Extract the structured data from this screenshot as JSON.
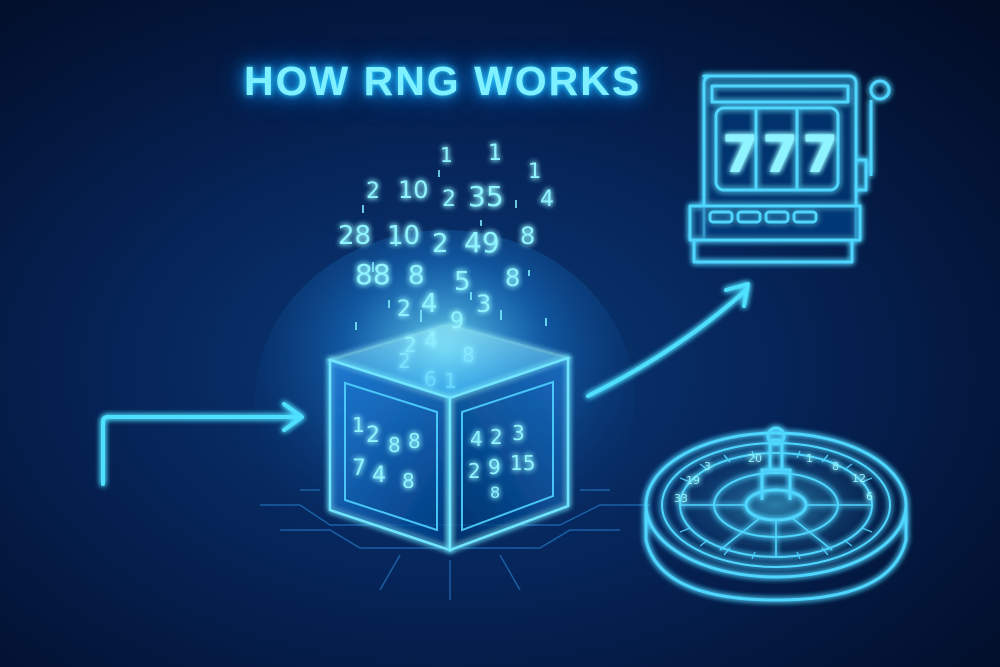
{
  "title": "HOW RNG WORKS",
  "colors": {
    "background": "#031538",
    "neon": "#3fd6ff",
    "neon_light": "#8ff4ff"
  },
  "floating_numbers": [
    "1",
    "1",
    "1",
    "2",
    "10",
    "2",
    "35",
    "4",
    "28",
    "10",
    "2",
    "49",
    "8",
    "88",
    "8",
    "5",
    "8",
    "2",
    "4",
    "3",
    "9",
    "2",
    "4",
    "8",
    "2",
    "6",
    "1"
  ],
  "cube_left_face_numbers": [
    "1",
    "2",
    "8",
    "8",
    "7",
    "4",
    "8"
  ],
  "cube_right_face_numbers": [
    "4",
    "2",
    "3",
    "2",
    "9",
    "15",
    "8"
  ],
  "slot_machine": {
    "reels": [
      "7",
      "7",
      "7"
    ]
  },
  "roulette_numbers": [
    "20",
    "1",
    "8",
    "3",
    "12",
    "19",
    "6",
    "33"
  ],
  "icons": [
    "input-arrow-icon",
    "output-arrow-icon",
    "rng-cube-icon",
    "slot-machine-icon",
    "roulette-wheel-icon"
  ]
}
